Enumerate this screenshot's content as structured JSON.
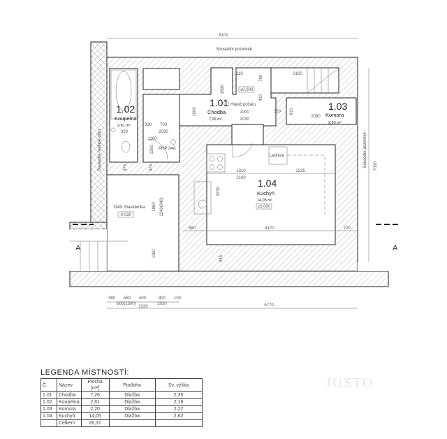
{
  "plan": {
    "neighbor_top": "Sousední pozemek",
    "neighbor_right": "Sousední pozemek",
    "neighbor_left": "Sousední rodinný dům",
    "courtyard": "Dvůr Stavebníka",
    "fridge": "Lednice",
    "fire_detector": "Hlásič požáru",
    "extinguisher": "PHP 34A",
    "section_marker": "A",
    "level": "±0,000",
    "courtyard_level": "-0,020",
    "rooms": [
      {
        "number": "1.01",
        "name": "Chodba",
        "area": "7,26 m²"
      },
      {
        "number": "1.02",
        "name": "Koupelna",
        "area": "2,81 m²"
      },
      {
        "number": "1.03",
        "name": "Komora",
        "area": "2,20 m²"
      },
      {
        "number": "1.04",
        "name": "Kuchyň",
        "area": "14,05 m²"
      }
    ],
    "dims": {
      "total_width": "8100",
      "total_depth": "7000",
      "bottom_right": "5770",
      "bottom_left": "2330",
      "b380": "380",
      "b550": "550",
      "b400": "400",
      "b900": "900",
      "b100": "100",
      "b600": "600(1500)",
      "b2030": "2030",
      "k1310": "1310",
      "k2235": "2235",
      "k2100": "2100",
      "k880": "880",
      "k4170": "4170",
      "k720": "720",
      "k3230": "3230",
      "k945": "945",
      "c1000": "1000",
      "c2030": "2030",
      "c2080": "2080",
      "c910": "910",
      "c320": "320",
      "c410": "410",
      "c780": "780",
      "c1890": "1890",
      "c110": "110",
      "c2160": "2160",
      "c1000v": "1000",
      "w330": "330",
      "w700": "700",
      "w920": "920",
      "w2030": "2030",
      "w1160": "1160",
      "w1350": "1350",
      "w375a": "375",
      "w375b": "375",
      "d1860": "1860",
      "d1240": "1240(940)",
      "d1160": "1160"
    }
  },
  "legend": {
    "title": "LEGENDA MÍSTNOSTÍ:",
    "headers": [
      "Č.",
      "Název",
      "Plocha [m²]",
      "Podlaha",
      "Sv. výška"
    ],
    "rows": [
      [
        "1.01",
        "Chodba",
        "7,26",
        "Dlažba",
        "2,35"
      ],
      [
        "1.02",
        "Koupelna",
        "2,81",
        "Dlažba",
        "2,19"
      ],
      [
        "1.03",
        "Komora",
        "2,20",
        "Dlažba",
        "2,22"
      ],
      [
        "1.04",
        "Kuchyň",
        "14,05",
        "Dlažba",
        "2,62"
      ]
    ],
    "total": {
      "label": "Celkem",
      "area": "26,31"
    }
  },
  "watermark": "JUSTO"
}
